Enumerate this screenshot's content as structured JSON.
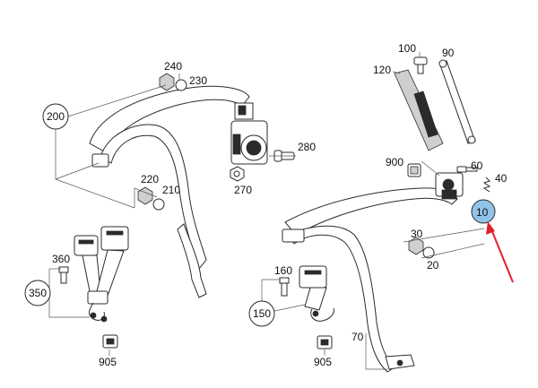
{
  "labels": {
    "l240": "240",
    "l230": "230",
    "l200": "200",
    "l280": "280",
    "l220": "220",
    "l210": "210",
    "l270": "270",
    "l100": "100",
    "l90": "90",
    "l120": "120",
    "l900": "900",
    "l60": "60",
    "l40": "40",
    "l10": "10",
    "l30": "30",
    "l20": "20",
    "l360": "360",
    "l350": "350",
    "l905a": "905",
    "l160": "160",
    "l150": "150",
    "l70": "70",
    "l905b": "905"
  },
  "colors": {
    "highlight_fill": "#8fc3e8",
    "arrow": "#e0202a"
  }
}
